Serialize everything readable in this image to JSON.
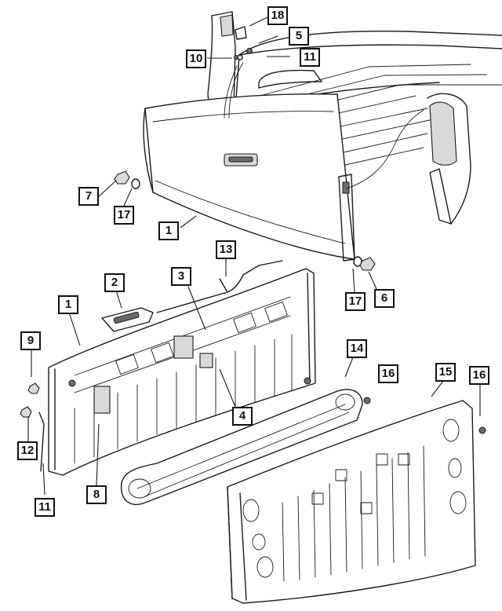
{
  "callouts": [
    {
      "id": "c18",
      "label": "18"
    },
    {
      "id": "c5",
      "label": "5"
    },
    {
      "id": "c10",
      "label": "10"
    },
    {
      "id": "c11a",
      "label": "11"
    },
    {
      "id": "c7",
      "label": "7"
    },
    {
      "id": "c17a",
      "label": "17"
    },
    {
      "id": "c1a",
      "label": "1"
    },
    {
      "id": "c13",
      "label": "13"
    },
    {
      "id": "c2",
      "label": "2"
    },
    {
      "id": "c3",
      "label": "3"
    },
    {
      "id": "c17b",
      "label": "17"
    },
    {
      "id": "c6",
      "label": "6"
    },
    {
      "id": "c1b",
      "label": "1"
    },
    {
      "id": "c9",
      "label": "9"
    },
    {
      "id": "c14",
      "label": "14"
    },
    {
      "id": "c16a",
      "label": "16"
    },
    {
      "id": "c15",
      "label": "15"
    },
    {
      "id": "c16b",
      "label": "16"
    },
    {
      "id": "c4",
      "label": "4"
    },
    {
      "id": "c12",
      "label": "12"
    },
    {
      "id": "c8",
      "label": "8"
    },
    {
      "id": "c11b",
      "label": "11"
    }
  ]
}
